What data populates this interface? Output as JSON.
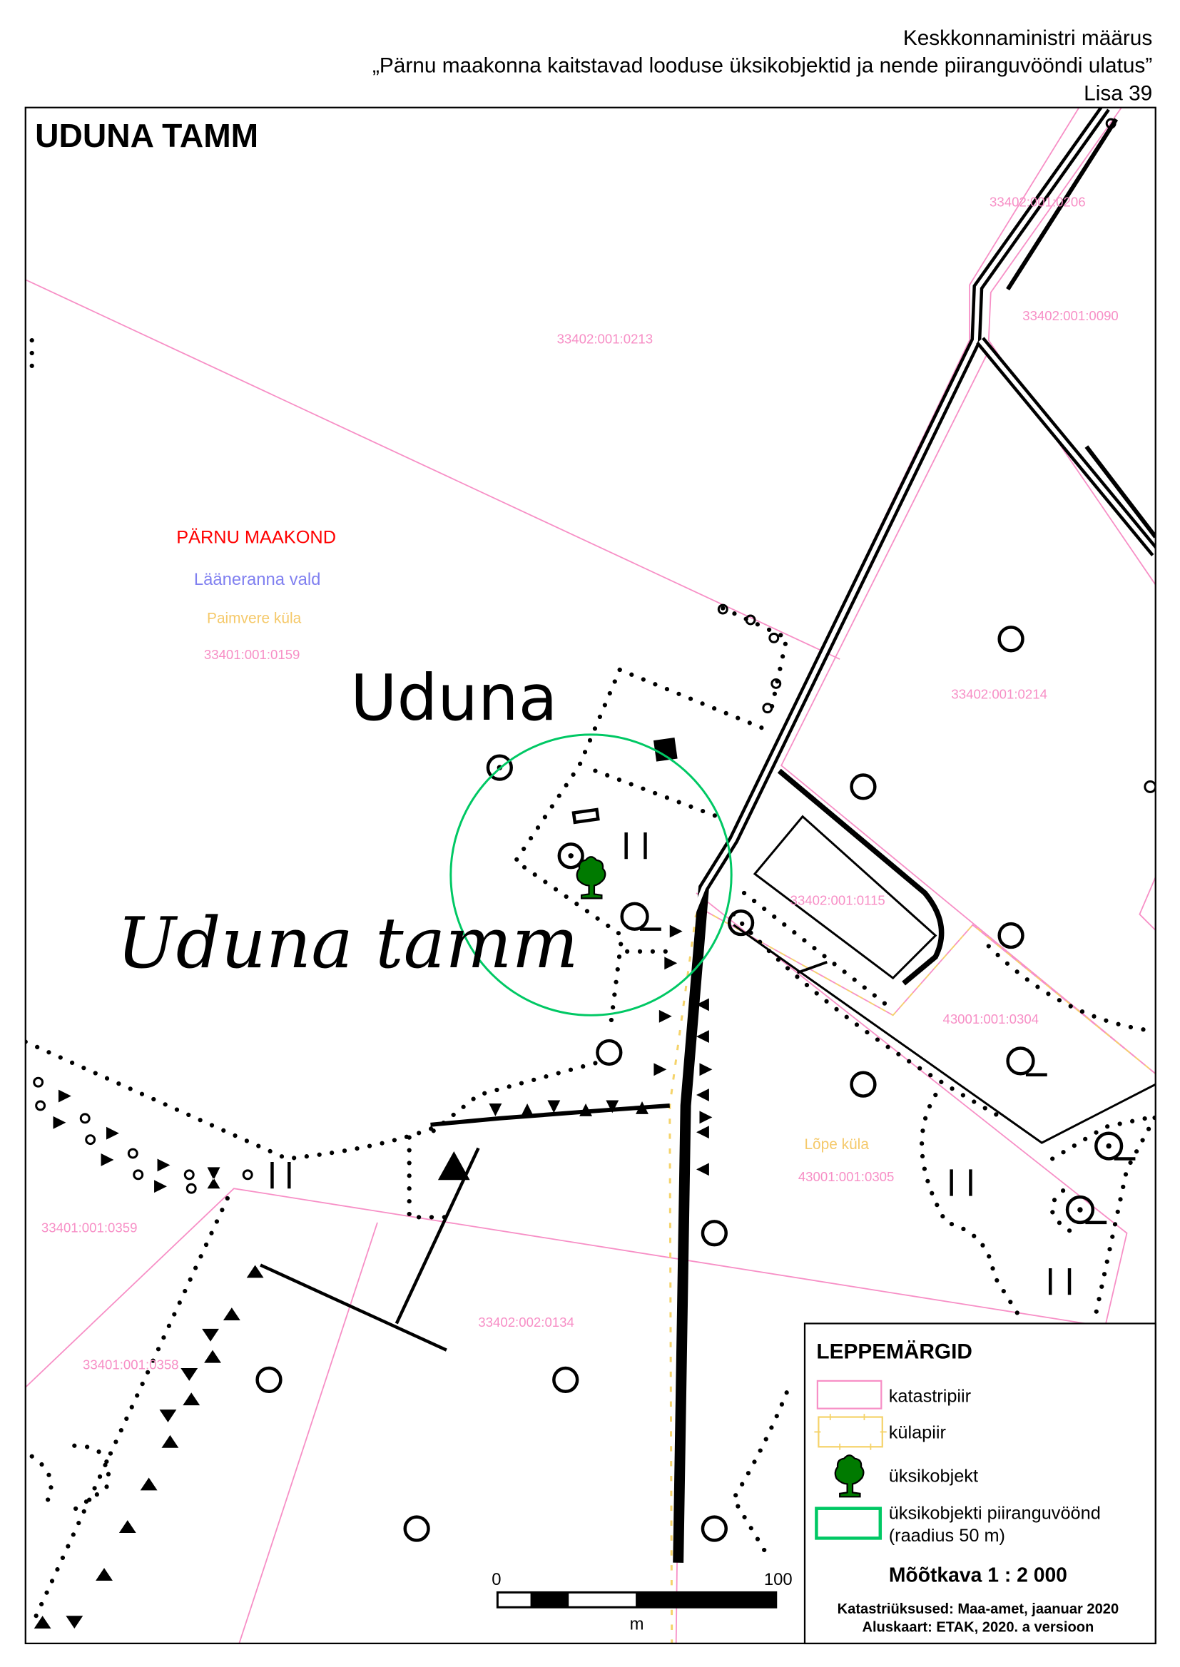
{
  "header": {
    "line1": "Keskkonnaministri määrus",
    "line2": "„Pärnu maakonna kaitstavad looduse üksikobjektid ja nende piiranguvööndi ulatus”",
    "line3": "Lisa 39"
  },
  "map": {
    "title": "UDUNA TAMM",
    "place_name": "Uduna",
    "object_name": "Uduna tamm",
    "county": "PÄRNU MAAKOND",
    "municipality": "Lääneranna vald",
    "village_1": "Paimvere küla",
    "village_2": "Lõpe küla",
    "parcels": [
      "33402:001:0206",
      "33402:001:0090",
      "33402:001:0213",
      "33401:001:0159",
      "33402:001:0214",
      "33402:001:0115",
      "43001:001:0304",
      "43001:001:0305",
      "33401:001:0359",
      "33402:002:0134",
      "33401:001:0358"
    ],
    "colors": {
      "cadastre": "#f78fc6",
      "village_border": "#f5d36a",
      "buffer_zone": "#00c864",
      "tree": "#007a00",
      "county": "#ff0000",
      "municipality": "#8080f0"
    }
  },
  "scalebar": {
    "start": "0",
    "end": "100",
    "unit": "m"
  },
  "legend": {
    "title": "LEPPEMÄRGID",
    "items": [
      {
        "label": "katastripiir",
        "icon": "pink-rectangle"
      },
      {
        "label": "külapiir",
        "icon": "yellow-ticked-rectangle"
      },
      {
        "label": "üksikobjekt",
        "icon": "tree-icon"
      },
      {
        "label": "üksikobjekti piiranguvöönd",
        "label2": "(raadius 50 m)",
        "icon": "green-rectangle"
      }
    ],
    "scale": "Mõõtkava 1 : 2 000",
    "source1": "Katastriüksused: Maa-amet, jaanuar 2020",
    "source2": "Aluskaart: ETAK, 2020. a versioon"
  }
}
